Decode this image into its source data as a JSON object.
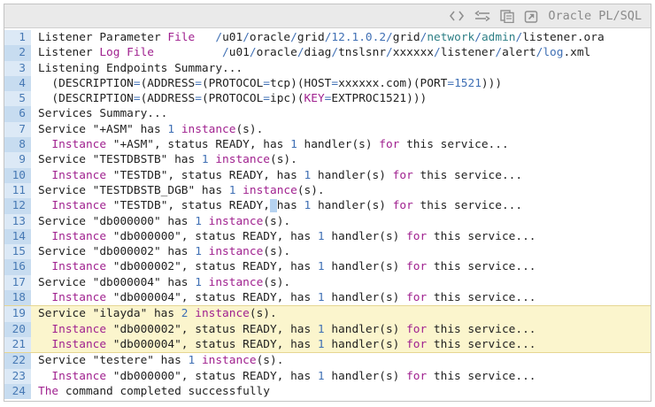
{
  "header": {
    "title": "Oracle PL/SQL",
    "icons": [
      "code-icon",
      "line-wrap-icon",
      "copy-icon",
      "open-in-new-icon"
    ]
  },
  "colors": {
    "text": "#1f1f1f",
    "keyword_magenta": "#a0218f",
    "number_blue": "#3f6fb4",
    "path_teal": "#2e7f86",
    "line_number_blue": "#4779b4",
    "gutter_light": "#dce9f6",
    "gutter_dark": "#c7dcf0",
    "highlight_yellow": "#fbf5cd",
    "highlight_border": "#e6d692",
    "selection_blue": "#b5d2f0",
    "toolbar_bg": "#eaeaea",
    "toolbar_fg": "#8a8a8a",
    "border": "#c4c4c4"
  },
  "code": {
    "lines": [
      {
        "n": 1,
        "hl": false,
        "segs": [
          [
            "",
            "Listener Parameter "
          ],
          [
            "k",
            "File"
          ],
          [
            "",
            "   "
          ],
          [
            "b",
            "/"
          ],
          [
            "",
            "u01"
          ],
          [
            "b",
            "/"
          ],
          [
            "",
            "oracle"
          ],
          [
            "b",
            "/"
          ],
          [
            "",
            "grid"
          ],
          [
            "b",
            "/"
          ],
          [
            "b",
            "12.1.0.2"
          ],
          [
            "b",
            "/"
          ],
          [
            "",
            "grid"
          ],
          [
            "b",
            "/"
          ],
          [
            "t",
            "network"
          ],
          [
            "b",
            "/"
          ],
          [
            "t",
            "admin"
          ],
          [
            "b",
            "/"
          ],
          [
            "",
            "listener.ora"
          ]
        ]
      },
      {
        "n": 2,
        "hl": false,
        "segs": [
          [
            "",
            "Listener "
          ],
          [
            "k",
            "Log File"
          ],
          [
            "",
            "          "
          ],
          [
            "b",
            "/"
          ],
          [
            "",
            "u01"
          ],
          [
            "b",
            "/"
          ],
          [
            "",
            "oracle"
          ],
          [
            "b",
            "/"
          ],
          [
            "",
            "diag"
          ],
          [
            "b",
            "/"
          ],
          [
            "",
            "tnslsnr"
          ],
          [
            "b",
            "/"
          ],
          [
            "",
            "xxxxxx"
          ],
          [
            "b",
            "/"
          ],
          [
            "",
            "listener"
          ],
          [
            "b",
            "/"
          ],
          [
            "",
            "alert"
          ],
          [
            "b",
            "/"
          ],
          [
            "b",
            "log"
          ],
          [
            "",
            ".xml"
          ]
        ]
      },
      {
        "n": 3,
        "hl": false,
        "segs": [
          [
            "",
            "Listening Endpoints Summary..."
          ]
        ]
      },
      {
        "n": 4,
        "hl": false,
        "segs": [
          [
            "",
            "  (DESCRIPTION"
          ],
          [
            "b",
            "="
          ],
          [
            "",
            "(ADDRESS"
          ],
          [
            "b",
            "="
          ],
          [
            "",
            "(PROTOCOL"
          ],
          [
            "b",
            "="
          ],
          [
            "",
            "tcp)(HOST"
          ],
          [
            "b",
            "="
          ],
          [
            "",
            "xxxxxx.com)(PORT"
          ],
          [
            "b",
            "="
          ],
          [
            "b",
            "1521"
          ],
          [
            "",
            ")))"
          ]
        ]
      },
      {
        "n": 5,
        "hl": false,
        "segs": [
          [
            "",
            "  (DESCRIPTION"
          ],
          [
            "b",
            "="
          ],
          [
            "",
            "(ADDRESS"
          ],
          [
            "b",
            "="
          ],
          [
            "",
            "(PROTOCOL"
          ],
          [
            "b",
            "="
          ],
          [
            "",
            "ipc)("
          ],
          [
            "k",
            "KEY"
          ],
          [
            "b",
            "="
          ],
          [
            "",
            "EXTPROC1521)))"
          ]
        ]
      },
      {
        "n": 6,
        "hl": false,
        "segs": [
          [
            "",
            "Services Summary..."
          ]
        ]
      },
      {
        "n": 7,
        "hl": false,
        "segs": [
          [
            "",
            "Service \"+ASM\" has "
          ],
          [
            "b",
            "1"
          ],
          [
            "",
            " "
          ],
          [
            "k",
            "instance"
          ],
          [
            "",
            "(s)."
          ]
        ]
      },
      {
        "n": 8,
        "hl": false,
        "segs": [
          [
            "",
            "  "
          ],
          [
            "k",
            "Instance"
          ],
          [
            "",
            " \"+ASM\", status READY, has "
          ],
          [
            "b",
            "1"
          ],
          [
            "",
            " handler(s) "
          ],
          [
            "k",
            "for"
          ],
          [
            "",
            " this service..."
          ]
        ]
      },
      {
        "n": 9,
        "hl": false,
        "segs": [
          [
            "",
            "Service \"TESTDBSTB\" has "
          ],
          [
            "b",
            "1"
          ],
          [
            "",
            " "
          ],
          [
            "k",
            "instance"
          ],
          [
            "",
            "(s)."
          ]
        ]
      },
      {
        "n": 10,
        "hl": false,
        "segs": [
          [
            "",
            "  "
          ],
          [
            "k",
            "Instance"
          ],
          [
            "",
            " \"TESTDB\", status READY, has "
          ],
          [
            "b",
            "1"
          ],
          [
            "",
            " handler(s) "
          ],
          [
            "k",
            "for"
          ],
          [
            "",
            " this service..."
          ]
        ]
      },
      {
        "n": 11,
        "hl": false,
        "segs": [
          [
            "",
            "Service \"TESTDBSTB_DGB\" has "
          ],
          [
            "b",
            "1"
          ],
          [
            "",
            " "
          ],
          [
            "k",
            "instance"
          ],
          [
            "",
            "(s)."
          ]
        ]
      },
      {
        "n": 12,
        "hl": false,
        "segs": [
          [
            "",
            "  "
          ],
          [
            "k",
            "Instance"
          ],
          [
            "",
            " \"TESTDB\", status READY,"
          ],
          [
            "sel",
            " "
          ],
          [
            "",
            "has "
          ],
          [
            "b",
            "1"
          ],
          [
            "",
            " handler(s) "
          ],
          [
            "k",
            "for"
          ],
          [
            "",
            " this service..."
          ]
        ]
      },
      {
        "n": 13,
        "hl": false,
        "segs": [
          [
            "",
            "Service \"db000000\" has "
          ],
          [
            "b",
            "1"
          ],
          [
            "",
            " "
          ],
          [
            "k",
            "instance"
          ],
          [
            "",
            "(s)."
          ]
        ]
      },
      {
        "n": 14,
        "hl": false,
        "segs": [
          [
            "",
            "  "
          ],
          [
            "k",
            "Instance"
          ],
          [
            "",
            " \"db000000\", status READY, has "
          ],
          [
            "b",
            "1"
          ],
          [
            "",
            " handler(s) "
          ],
          [
            "k",
            "for"
          ],
          [
            "",
            " this service..."
          ]
        ]
      },
      {
        "n": 15,
        "hl": false,
        "segs": [
          [
            "",
            "Service \"db000002\" has "
          ],
          [
            "b",
            "1"
          ],
          [
            "",
            " "
          ],
          [
            "k",
            "instance"
          ],
          [
            "",
            "(s)."
          ]
        ]
      },
      {
        "n": 16,
        "hl": false,
        "segs": [
          [
            "",
            "  "
          ],
          [
            "k",
            "Instance"
          ],
          [
            "",
            " \"db000002\", status READY, has "
          ],
          [
            "b",
            "1"
          ],
          [
            "",
            " handler(s) "
          ],
          [
            "k",
            "for"
          ],
          [
            "",
            " this service..."
          ]
        ]
      },
      {
        "n": 17,
        "hl": false,
        "segs": [
          [
            "",
            "Service \"db000004\" has "
          ],
          [
            "b",
            "1"
          ],
          [
            "",
            " "
          ],
          [
            "k",
            "instance"
          ],
          [
            "",
            "(s)."
          ]
        ]
      },
      {
        "n": 18,
        "hl": false,
        "segs": [
          [
            "",
            "  "
          ],
          [
            "k",
            "Instance"
          ],
          [
            "",
            " \"db000004\", status READY, has "
          ],
          [
            "b",
            "1"
          ],
          [
            "",
            " handler(s) "
          ],
          [
            "k",
            "for"
          ],
          [
            "",
            " this service..."
          ]
        ]
      },
      {
        "n": 19,
        "hl": true,
        "segs": [
          [
            "",
            "Service \"ilayda\" has "
          ],
          [
            "b",
            "2"
          ],
          [
            "",
            " "
          ],
          [
            "k",
            "instance"
          ],
          [
            "",
            "(s)."
          ]
        ]
      },
      {
        "n": 20,
        "hl": true,
        "segs": [
          [
            "",
            "  "
          ],
          [
            "k",
            "Instance"
          ],
          [
            "",
            " \"db000002\", status READY, has "
          ],
          [
            "b",
            "1"
          ],
          [
            "",
            " handler(s) "
          ],
          [
            "k",
            "for"
          ],
          [
            "",
            " this service..."
          ]
        ]
      },
      {
        "n": 21,
        "hl": true,
        "segs": [
          [
            "",
            "  "
          ],
          [
            "k",
            "Instance"
          ],
          [
            "",
            " \"db000004\", status READY, has "
          ],
          [
            "b",
            "1"
          ],
          [
            "",
            " handler(s) "
          ],
          [
            "k",
            "for"
          ],
          [
            "",
            " this service..."
          ]
        ]
      },
      {
        "n": 22,
        "hl": false,
        "segs": [
          [
            "",
            "Service \"testere\" has "
          ],
          [
            "b",
            "1"
          ],
          [
            "",
            " "
          ],
          [
            "k",
            "instance"
          ],
          [
            "",
            "(s)."
          ]
        ]
      },
      {
        "n": 23,
        "hl": false,
        "segs": [
          [
            "",
            "  "
          ],
          [
            "k",
            "Instance"
          ],
          [
            "",
            " \"db000000\", status READY, has "
          ],
          [
            "b",
            "1"
          ],
          [
            "",
            " handler(s) "
          ],
          [
            "k",
            "for"
          ],
          [
            "",
            " this service..."
          ]
        ]
      },
      {
        "n": 24,
        "hl": false,
        "segs": [
          [
            "k",
            "The"
          ],
          [
            "",
            " command completed successfully"
          ]
        ]
      }
    ]
  }
}
